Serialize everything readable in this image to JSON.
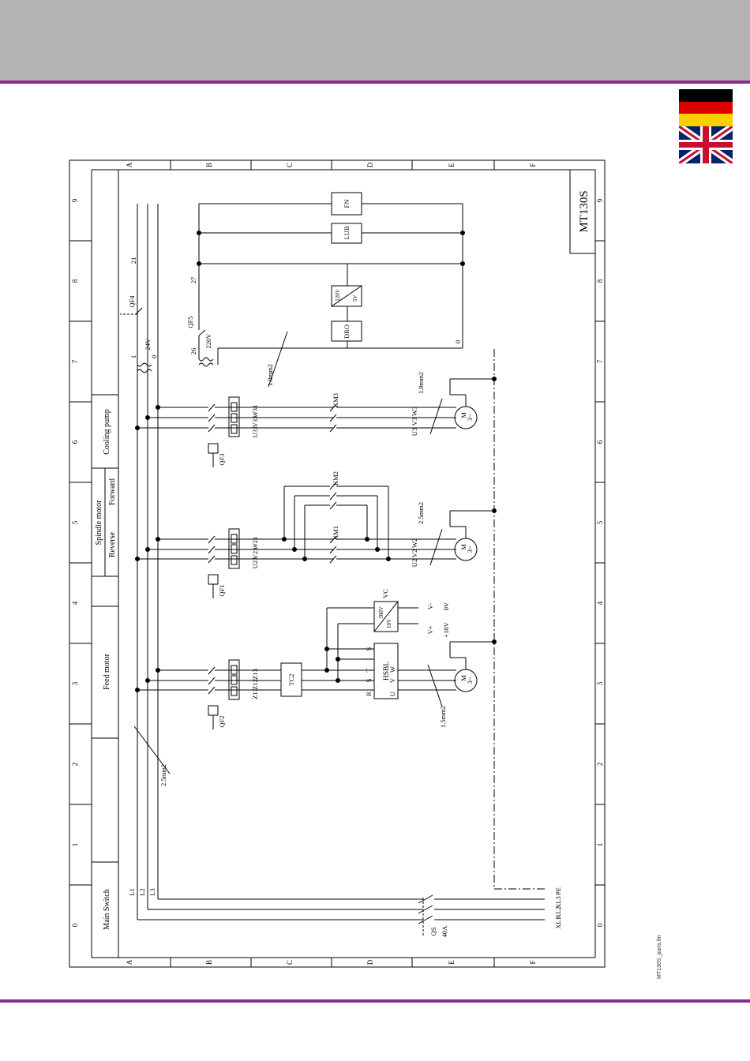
{
  "page": {
    "file_label": "MT130S_parts.fm"
  },
  "flags": {
    "de": {
      "colors": [
        "#000000",
        "#dd0000",
        "#ffce00"
      ]
    },
    "gb": {
      "colors": [
        "#012169",
        "#ffffff",
        "#c8102e"
      ]
    }
  },
  "drawing": {
    "title": "MT130S",
    "row_markers": [
      "A",
      "B",
      "C",
      "D",
      "E",
      "F"
    ],
    "col_markers": [
      "9",
      "8",
      "7",
      "6",
      "5",
      "4",
      "3",
      "2",
      "1",
      "0"
    ],
    "sections": {
      "cooling_pump": "Cooling pump",
      "spindle_motor": "Spindle motor",
      "forward": "Forward",
      "reverse": "Reverse",
      "feed_motor": "Feed motor",
      "main_switch": "Main Switch"
    },
    "labels": {
      "qf4": "QF4",
      "qf5": "QF5",
      "qf3": "QF3",
      "qf1": "QF1",
      "qf2": "QF2",
      "n21": "21",
      "n27": "27",
      "n26": "26",
      "n1": "1",
      "n0": "0",
      "v24": "24V",
      "v220": "220V",
      "fn": "FN",
      "lub": "LUB",
      "dro": "DRO",
      "ps_in": "220V",
      "ps_out": "5V",
      "zero": "0",
      "wire1": "1.0mm2",
      "wire2": "1.0mm2",
      "wire3": "2.5mm2",
      "wire4": "1.5mm2",
      "wire5": "2.5mm2",
      "km3": "KM3",
      "km2": "KM2",
      "km1": "KM1",
      "w31": "W31",
      "v31": "V31",
      "u31": "U31",
      "w21": "W21",
      "v21": "V21",
      "u21": "U21",
      "w3": "W3",
      "v3": "V3",
      "u3": "U3",
      "w2": "W2",
      "v2": "V2",
      "u2": "U2",
      "z11": "Z11",
      "z12": "Z12",
      "z13": "Z13",
      "tc2": "TC2",
      "hsbl": "HSBL",
      "vc": "VC",
      "vc_in": "380V",
      "vc_out": "10V",
      "vminus": "V-",
      "ov": "0V",
      "vplus": "V+",
      "p10v": "+10V",
      "r": "R",
      "s": "S",
      "t": "T",
      "s1": "S",
      "i": "I",
      "u": "U",
      "v": "V",
      "w": "W",
      "l1": "L1",
      "l2": "L2",
      "l3": "L3",
      "xl1": "XL1",
      "xl2": "XL2",
      "xl3": "XL3",
      "pe": "PE",
      "qs": "QS",
      "qs_amp": "40A",
      "motor_m": "M",
      "motor_3": "3~"
    }
  }
}
